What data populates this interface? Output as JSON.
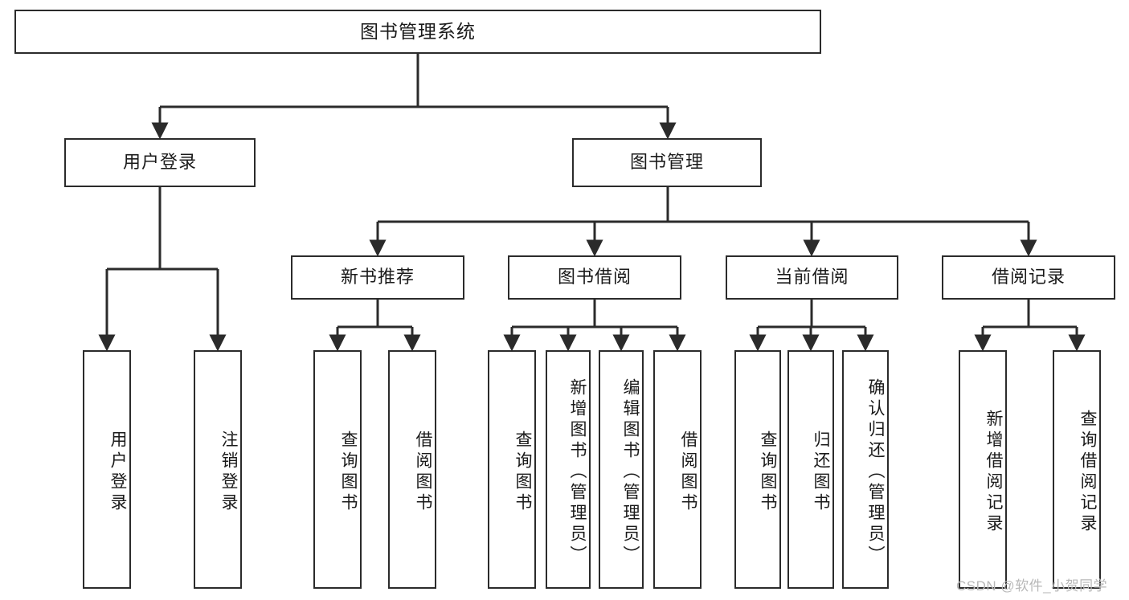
{
  "diagram": {
    "title": "图书管理系统",
    "type": "tree",
    "colors": {
      "stroke": "#2b2b2b",
      "fill": "#ffffff",
      "text": "#1a1a1a",
      "watermark": "#b8b8b8"
    },
    "root": {
      "label": "图书管理系统"
    },
    "level2": [
      {
        "label": "用户登录"
      },
      {
        "label": "图书管理"
      }
    ],
    "level3": [
      {
        "label": "新书推荐"
      },
      {
        "label": "图书借阅"
      },
      {
        "label": "当前借阅"
      },
      {
        "label": "借阅记录"
      }
    ],
    "leaves": {
      "user_login": [
        {
          "label": "用户登录"
        },
        {
          "label": "注销登录"
        }
      ],
      "new_book_recommend": [
        {
          "label": "查询图书"
        },
        {
          "label": "借阅图书"
        }
      ],
      "book_borrow": [
        {
          "label": "查询图书"
        },
        {
          "label": "新增图书（管理员）"
        },
        {
          "label": "编辑图书（管理员）"
        },
        {
          "label": "借阅图书"
        }
      ],
      "current_borrow": [
        {
          "label": "查询图书"
        },
        {
          "label": "归还图书"
        },
        {
          "label": "确认归还（管理员）"
        }
      ],
      "borrow_record": [
        {
          "label": "新增借阅记录"
        },
        {
          "label": "查询借阅记录"
        }
      ]
    }
  },
  "watermark": {
    "text": "CSDN @软件_小贺同学"
  }
}
